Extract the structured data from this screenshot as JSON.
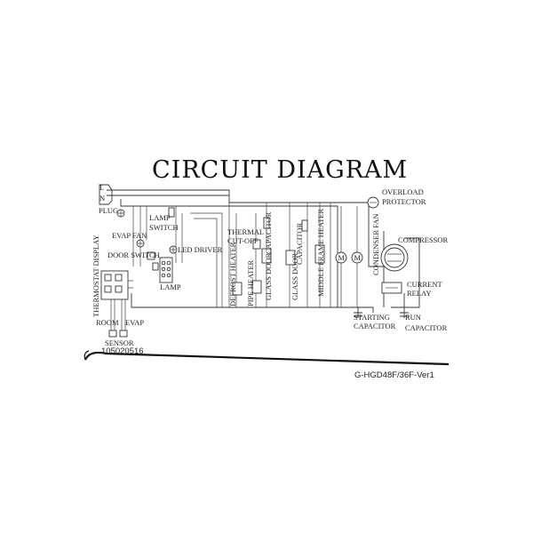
{
  "title": "CIRCUIT DIAGRAM",
  "labels": {
    "plug": "PLUG",
    "plug_l": "L",
    "plug_n": "N",
    "lamp_switch_1": "LAMP",
    "lamp_switch_2": "SWITCH",
    "evap_fan": "EVAP FAN",
    "door_switch": "DOOR SWITCH",
    "led_driver": "LED DRIVER",
    "lamp": "LAMP",
    "thermostat_display": "THERMOSTAT DISPLAY",
    "room": "ROOM",
    "evap": "EVAP",
    "sensor": "SENSOR",
    "thermal_cutoff_1": "THERMAL",
    "thermal_cutoff_2": "CUT-OFF",
    "defrost_heater": "DEFROST HEATER",
    "pipe_heater": "PIPE HEATER",
    "capacitor_1": "CAPACITOR",
    "glass_door_1": "GLASS DOOR",
    "capacitor_2": "CAPACITOR",
    "glass_door_2": "GLASS DOOR",
    "middle_frame_heater": "MIDDLE FRAME HEATER",
    "condenser_fan": "CONDENSER FAN",
    "overload_1": "OVERLOAD",
    "overload_2": "PROTECTOR",
    "compressor": "COMPRESSOR",
    "current_relay_1": "CURRENT",
    "current_relay_2": "RELAY",
    "starting_capacitor_1": "STARTING",
    "starting_capacitor_2": "CAPACITOR",
    "run_capacitor_1": "RUN",
    "run_capacitor_2": "CAPACITOR",
    "motor_symbol": "M"
  },
  "part_number": "105020516",
  "model_number": "G-HGD48F/36F-Ver1"
}
